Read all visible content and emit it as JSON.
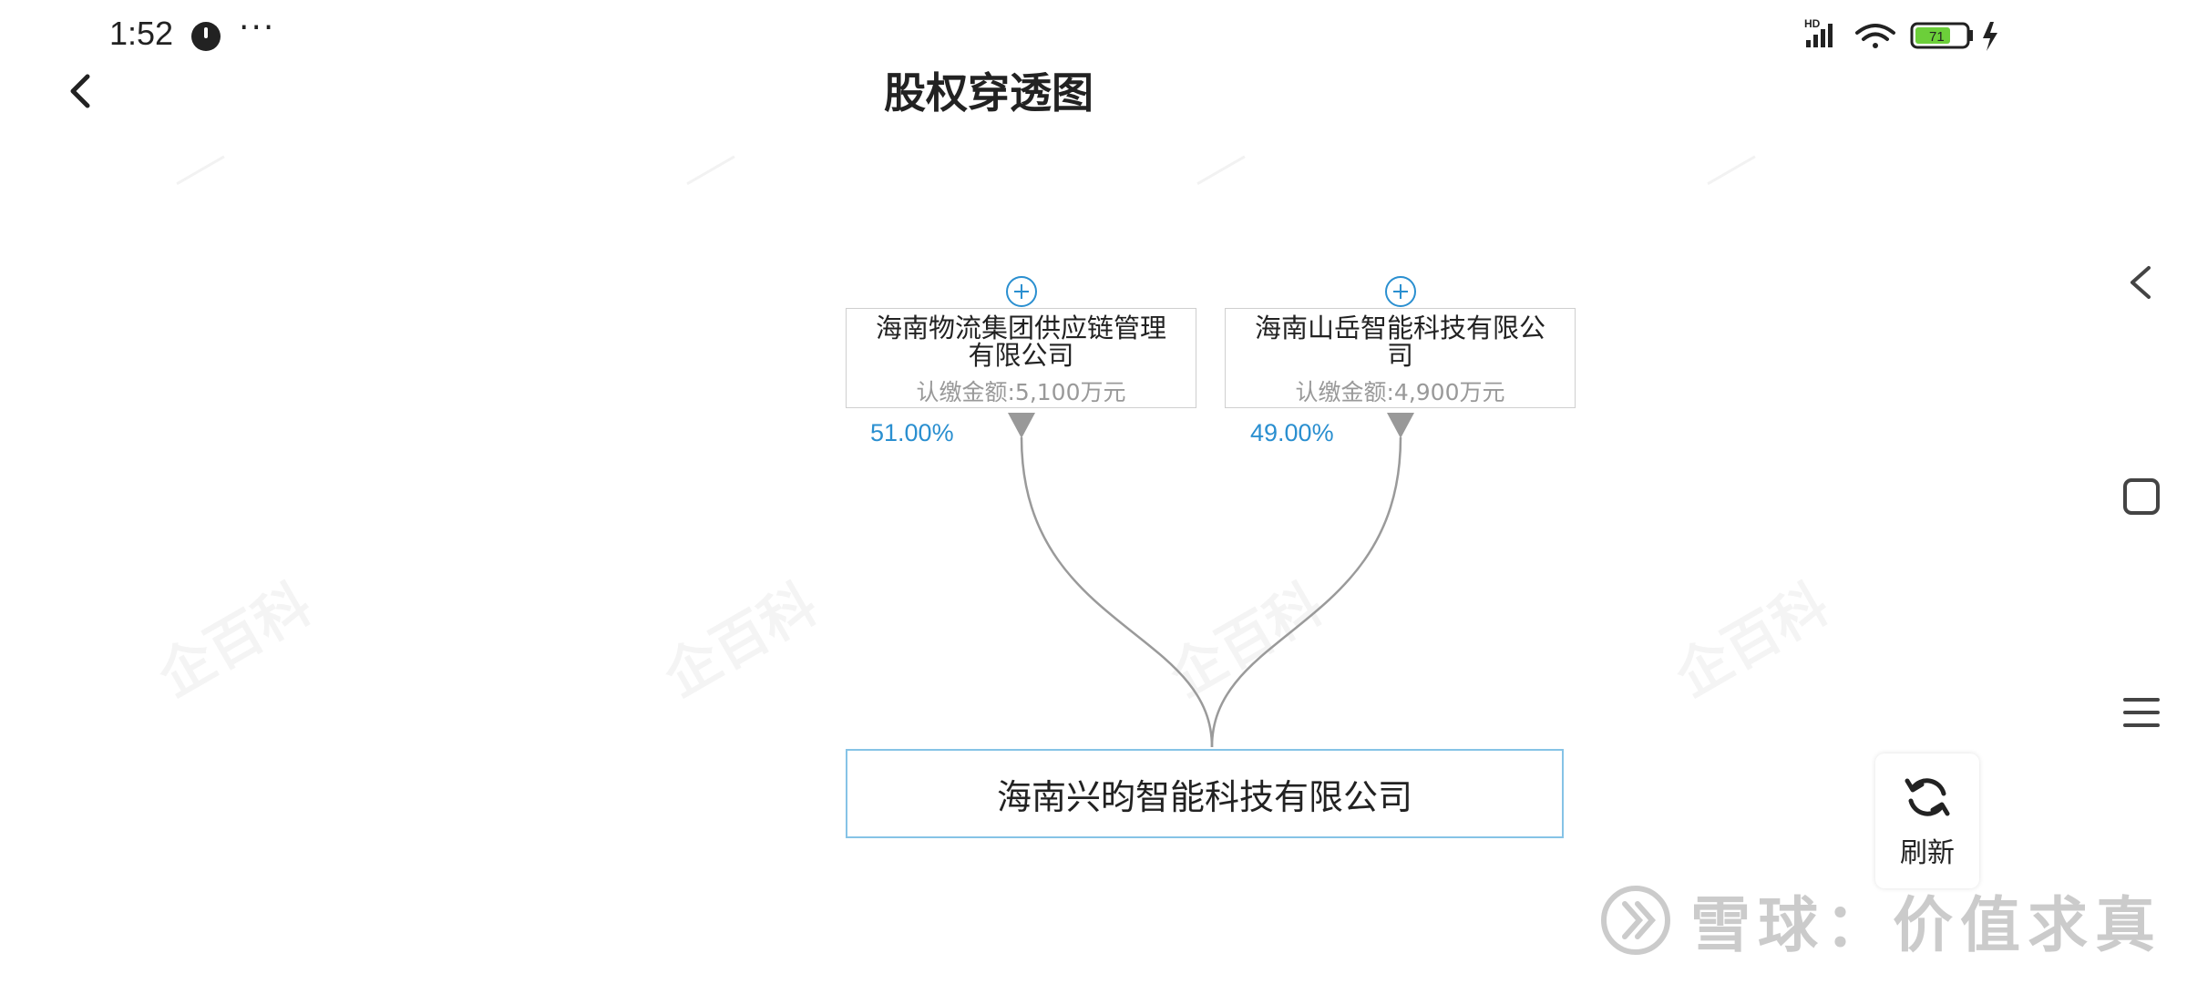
{
  "status_bar": {
    "time": "1:52",
    "more": "···",
    "battery": "71",
    "network_badge": "HD"
  },
  "header": {
    "title": "股权穿透图"
  },
  "diagram": {
    "shareholders": [
      {
        "name": "海南物流集团供应链管理有限公司",
        "amount": "认缴金额:5,100万元",
        "percent": "51.00%"
      },
      {
        "name": "海南山岳智能科技有限公司",
        "amount": "认缴金额:4,900万元",
        "percent": "49.00%"
      }
    ],
    "company": "海南兴昀智能科技有限公司"
  },
  "watermark": {
    "text": "企百科"
  },
  "refresh": {
    "label": "刷新"
  },
  "brand": {
    "text": "雪球：价值求真"
  },
  "colors": {
    "accent": "#2a8fd0",
    "company_border": "#86c3e6",
    "connector": "#9a9a9a"
  }
}
